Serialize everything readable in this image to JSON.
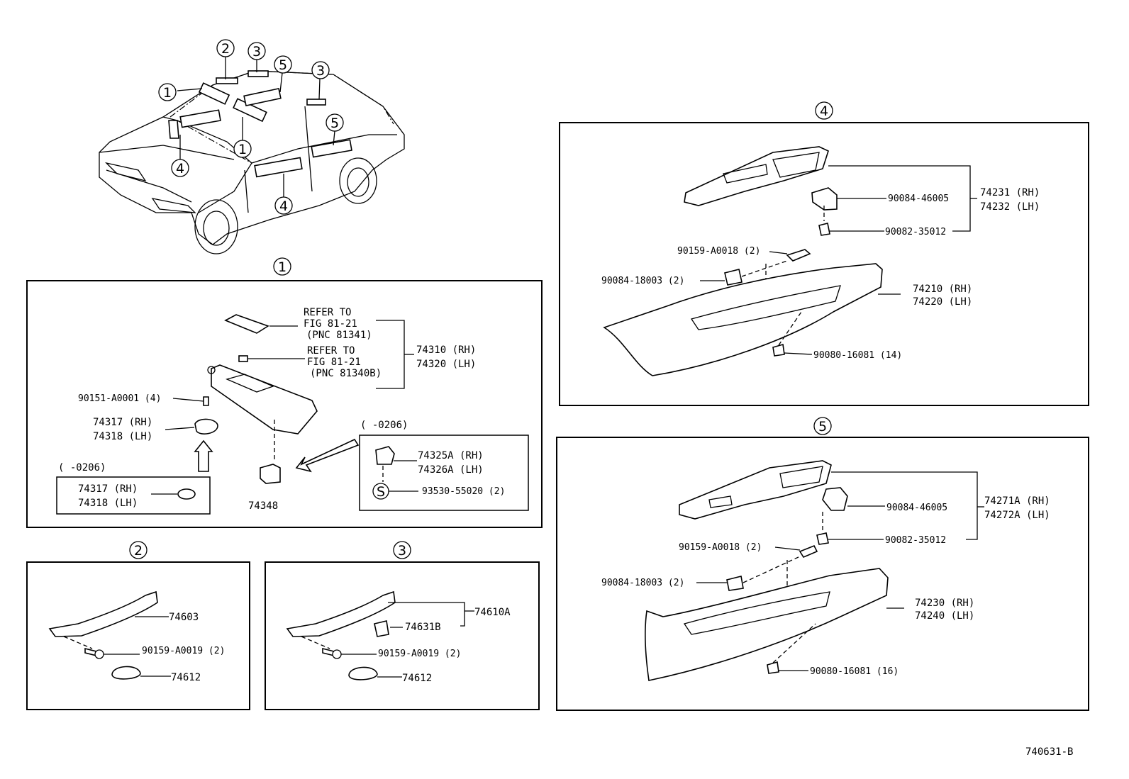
{
  "diagram_id": "740631-B",
  "callouts": {
    "c1": "1",
    "c2": "2",
    "c3": "3",
    "c4": "4",
    "c5": "5",
    "s": "S"
  },
  "panel1": {
    "refer_a": [
      "REFER TO",
      "FIG 81-21",
      "(PNC 81341)"
    ],
    "refer_b": [
      "REFER TO",
      "FIG 81-21",
      "(PNC 81340B)"
    ],
    "visor": [
      "74310 (RH)",
      "74320 (LH)"
    ],
    "screw": "90151-A0001 (4)",
    "holder": [
      "74317 (RH)",
      "74318 (LH)"
    ],
    "range_left": "(      -0206)",
    "holder_old": [
      "74317 (RH)",
      "74318 (LH)"
    ],
    "bracket": "74348",
    "range_right": "(      -0206)",
    "inset": [
      "74325A (RH)",
      "74326A (LH)"
    ],
    "inset_screw": "93530-55020 (2)"
  },
  "panel2": {
    "grip": "74603",
    "screw": "90159-A0019 (2)",
    "cap": "74612"
  },
  "panel3": {
    "grip": "74610A",
    "clip": "74631B",
    "screw": "90159-A0019 (2)",
    "cap": "74612"
  },
  "panel4": {
    "switch_base": [
      "74231 (RH)",
      "74232 (LH)"
    ],
    "clip": "90084-46005",
    "screw_a": "90082-35012",
    "bolt": "90159-A0018 (2)",
    "nut": "90084-18003 (2)",
    "armrest": [
      "74210 (RH)",
      "74220 (LH)"
    ],
    "fastener": "90080-16081 (14)"
  },
  "panel5": {
    "switch_base": [
      "74271A (RH)",
      "74272A (LH)"
    ],
    "clip": "90084-46005",
    "screw_a": "90082-35012",
    "bolt": "90159-A0018 (2)",
    "nut": "90084-18003 (2)",
    "armrest": [
      "74230 (RH)",
      "74240 (LH)"
    ],
    "fastener": "90080-16081 (16)"
  }
}
